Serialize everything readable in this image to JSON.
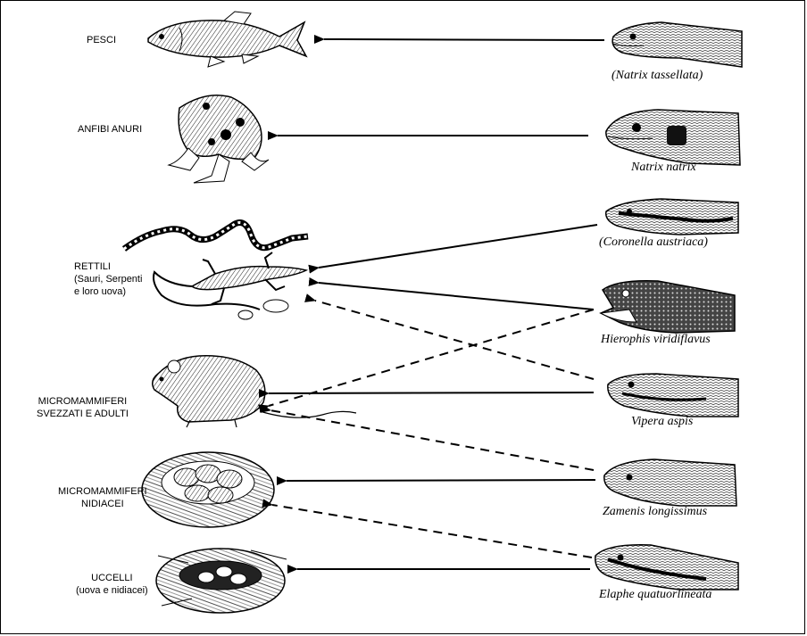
{
  "prey": {
    "pesci": "PESCI",
    "anfibi": "ANFIBI ANURI",
    "rettili": "RETTILI",
    "rettili_sub1": "(Sauri, Serpenti",
    "rettili_sub2": "e loro uova)",
    "micro_adulti_1": "MICROMAMMIFERI",
    "micro_adulti_2": "SVEZZATI E ADULTI",
    "micro_nidiacei_1": "MICROMAMMIFERI",
    "micro_nidiacei_2": "NIDIACEI",
    "uccelli": "UCCELLI",
    "uccelli_sub": "(uova e nidiacei)"
  },
  "snakes": {
    "tassellata": "(Natrix tassellata)",
    "natrix": "Natrix natrix",
    "coronella": "(Coronella austriaca)",
    "hierophis": "Hierophis viridiflavus",
    "vipera": "Vipera aspis",
    "zamenis": "Zamenis longissimus",
    "elaphe": "Elaphe quatuorlineata"
  },
  "links": [
    {
      "from": "Natrix tassellata",
      "to": "PESCI",
      "style": "solid"
    },
    {
      "from": "Natrix natrix",
      "to": "ANFIBI ANURI",
      "style": "solid"
    },
    {
      "from": "Coronella austriaca",
      "to": "RETTILI",
      "style": "solid"
    },
    {
      "from": "Hierophis viridiflavus",
      "to": "RETTILI",
      "style": "solid"
    },
    {
      "from": "Hierophis viridiflavus",
      "to": "MICROMAMMIFERI SVEZZATI E ADULTI",
      "style": "dashed"
    },
    {
      "from": "Vipera aspis",
      "to": "RETTILI",
      "style": "dashed"
    },
    {
      "from": "Vipera aspis",
      "to": "MICROMAMMIFERI SVEZZATI E ADULTI",
      "style": "solid"
    },
    {
      "from": "Zamenis longissimus",
      "to": "MICROMAMMIFERI SVEZZATI E ADULTI",
      "style": "dashed"
    },
    {
      "from": "Zamenis longissimus",
      "to": "MICROMAMMIFERI NIDIACEI",
      "style": "solid"
    },
    {
      "from": "Elaphe quatuorlineata",
      "to": "MICROMAMMIFERI NIDIACEI",
      "style": "dashed"
    },
    {
      "from": "Elaphe quatuorlineata",
      "to": "UCCELLI",
      "style": "solid"
    }
  ]
}
